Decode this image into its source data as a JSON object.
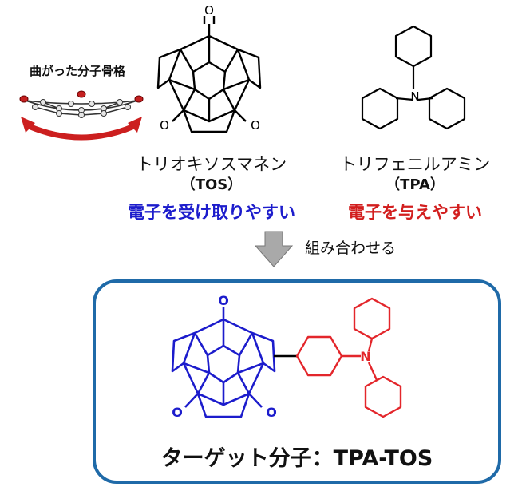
{
  "curved_label": "曲がった分子骨格",
  "tos": {
    "name": "トリオキソスマネン",
    "abbr": "（TOS）",
    "property": "電子を受け取りやすい"
  },
  "tpa": {
    "name": "トリフェニルアミン",
    "abbr": "（TPA）",
    "property": "電子を与えやすい"
  },
  "combine_label": "組み合わせる",
  "target_title": "ターゲット分子：TPA-TOS",
  "atoms": {
    "oxygen": "O",
    "nitrogen": "N"
  },
  "colors": {
    "acceptor": "#1c1ccc",
    "donor": "#e3262b",
    "box_border": "#1f6aa8",
    "arrow": "#a9a9a9",
    "curved_arrow": "#cc1f1f"
  }
}
